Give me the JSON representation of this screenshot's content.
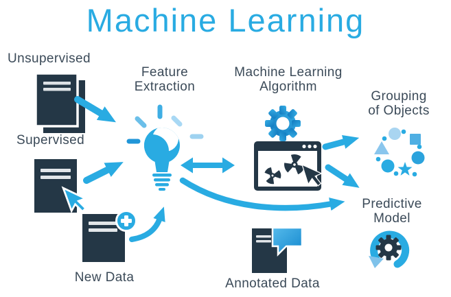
{
  "title": "Machine Learning",
  "colors": {
    "accent_blue": "#29ABE2",
    "dark_navy": "#243746",
    "label_text": "#3B4A58",
    "light_blue": "#A9D5F1",
    "mid_blue": "#4FAFE3"
  },
  "nodes": {
    "unsupervised": {
      "label": "Unsupervised",
      "icon": "documents-stack-icon"
    },
    "supervised": {
      "label": "Supervised",
      "icon": "document-cursor-icon"
    },
    "feature_extraction": {
      "line1": "Feature",
      "line2": "Extraction",
      "icon": "lightbulb-icon"
    },
    "ml_algorithm": {
      "line1": "Machine Learning",
      "line2": "Algorithm",
      "icon": "algorithm-window-icon"
    },
    "grouping": {
      "line1": "Grouping",
      "line2": "of Objects",
      "icon": "object-cluster-icon"
    },
    "predictive": {
      "line1": "Predictive",
      "line2": "Model",
      "icon": "model-cycle-icon"
    },
    "new_data": {
      "label": "New Data",
      "icon": "document-plus-icon"
    },
    "annotated_data": {
      "label": "Annotated Data",
      "icon": "document-comment-icon"
    }
  },
  "edges": [
    {
      "from": "Unsupervised",
      "to": "Feature Extraction",
      "style": "straight"
    },
    {
      "from": "Supervised",
      "to": "Feature Extraction",
      "style": "straight"
    },
    {
      "from": "New Data",
      "to": "Feature Extraction",
      "style": "curved"
    },
    {
      "from": "Feature Extraction",
      "to": "Machine Learning Algorithm",
      "style": "double-headed"
    },
    {
      "from": "Machine Learning Algorithm",
      "to": "Grouping of Objects",
      "style": "straight"
    },
    {
      "from": "Machine Learning Algorithm",
      "to": "Predictive Model",
      "style": "straight"
    },
    {
      "from": "Feature Extraction",
      "to": "Predictive Model",
      "style": "long-curve"
    }
  ]
}
